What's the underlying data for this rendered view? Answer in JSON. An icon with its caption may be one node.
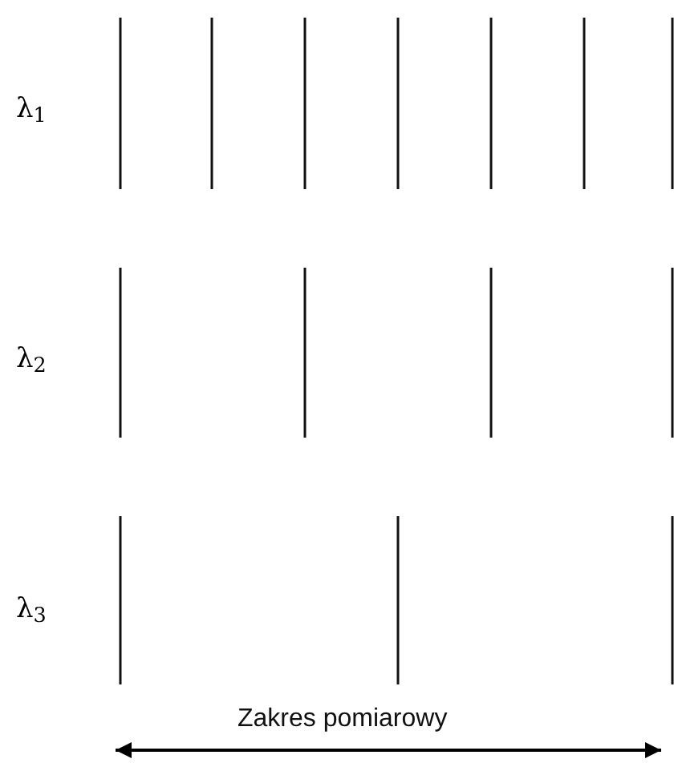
{
  "diagram": {
    "labels": [
      "λ$_{1}$",
      "λ$_{2}$",
      "λ$_{3}$",
      "Zakres pomiarowy"
    ]
  }
}
